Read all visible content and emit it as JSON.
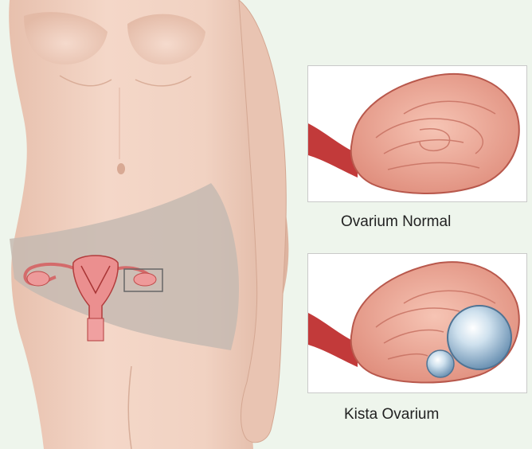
{
  "figure": {
    "colors": {
      "background": "#eef5ec",
      "skin": "#f2d3c4",
      "skin_shadow": "#dcb4a2",
      "underwear": "#c8bcb4",
      "organ": "#e88a8a",
      "organ_dark": "#b83c3c",
      "ovary_tissue": "#eda896",
      "cyst": "#8fb3cf"
    },
    "panels": [
      {
        "id": "normal",
        "label": "Ovarium Normal"
      },
      {
        "id": "cyst",
        "label": "Kista Ovarium"
      }
    ]
  }
}
